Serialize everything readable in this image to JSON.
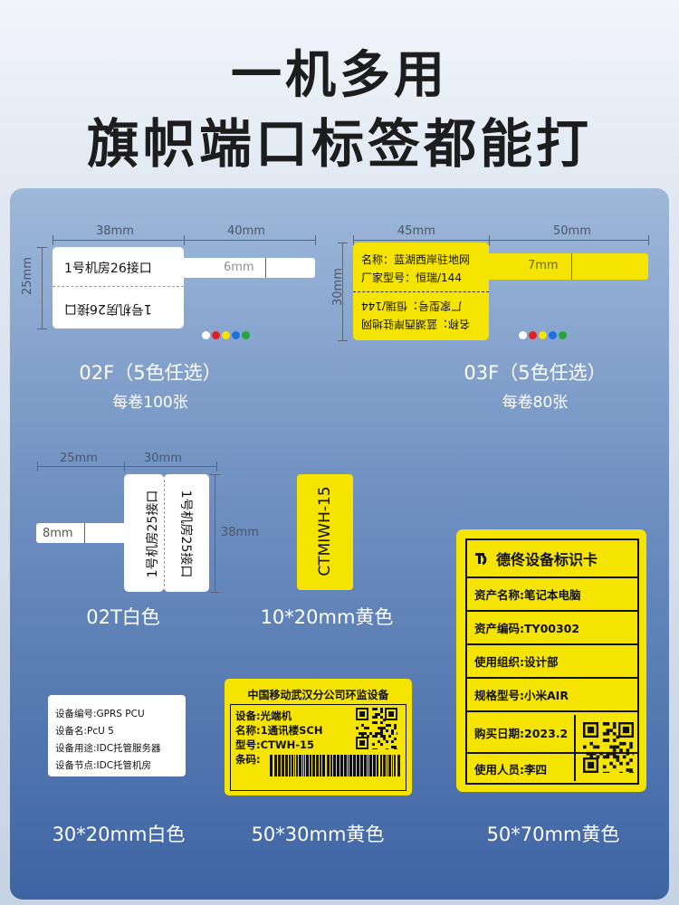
{
  "headline": {
    "line1": "一机多用",
    "line2": "旗帜端口标签都能打"
  },
  "label_02f": {
    "dim_w1": "38mm",
    "dim_w2": "40mm",
    "dim_h": "25mm",
    "dim_tail": "6mm",
    "text_top": "1号机房26接口",
    "text_bottom": "1号机房26接口",
    "caption": "02F（5色任选）",
    "sub": "每卷100张"
  },
  "label_03f": {
    "dim_w1": "45mm",
    "dim_w2": "50mm",
    "dim_h": "30mm",
    "dim_tail": "7mm",
    "line1": "名称：蓝湖西岸驻地网",
    "line2": "厂家型号：恒瑞/144",
    "caption": "03F（5色任选）",
    "sub": "每卷80张"
  },
  "colors": [
    "#ffffff",
    "#e02020",
    "#f5e300",
    "#1f6fe0",
    "#21a838"
  ],
  "label_02t": {
    "dim_w1": "25mm",
    "dim_w2": "30mm",
    "dim_h": "38mm",
    "dim_tail": "8mm",
    "text": "1号机房25接口",
    "caption": "02T白色"
  },
  "label_1020": {
    "text": "CTMIWH-15",
    "caption": "10*20mm黄色"
  },
  "label_3020": {
    "lines": [
      "设备编号:GPRS PCU",
      "设备名:PcU 5",
      "设备用途:IDC托管服务器",
      "设备节点:IDC托管机房"
    ],
    "caption": "30*20mm白色"
  },
  "label_5030": {
    "title": "中国移动武汉分公司环监设备",
    "lines": [
      "设备:光端机",
      "名称:1通讯楼SCH",
      "型号:CTWH-15",
      "条码:"
    ],
    "caption": "50*30mm黄色"
  },
  "label_5070": {
    "title": "德佟设备标识卡",
    "rows": [
      "资产名称:笔记本电脑",
      "资产编码:TY00302",
      "使用组织:设计部",
      "规格型号:小米AIR",
      "购买日期:2023.2",
      "使用人员:李四"
    ],
    "caption": "50*70mm黄色"
  }
}
